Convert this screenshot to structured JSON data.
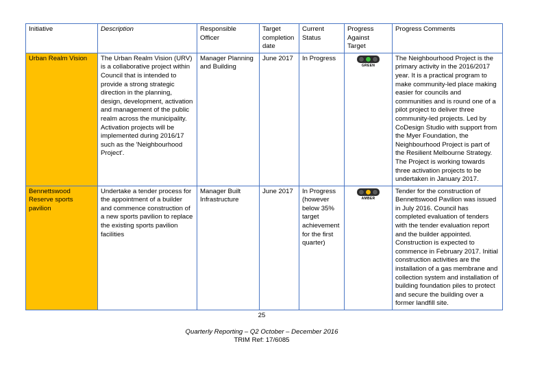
{
  "table": {
    "headers": [
      "Initiative",
      "Description",
      "Responsible Officer",
      "Target completion date",
      "Current Status",
      "Progress Against Target",
      "Progress Comments"
    ],
    "rows": [
      {
        "initiative": "Urban Realm Vision",
        "description": "The Urban Realm Vision (URV) is a collaborative project within Council that is intended to provide a strong strategic direction in the planning, design, development, activation and management of the public realm across the municipality. Activation projects will be implemented during 2016/17 such as the 'Neighbourhood Project'.",
        "officer": "Manager Planning and Building",
        "target_date": "June 2017",
        "status": "In Progress",
        "progress": {
          "label": "GREEN",
          "active": "green",
          "color": "#3cc23c",
          "icon": "traffic-light-green-icon"
        },
        "comments": "The Neighbourhood Project is the primary activity in the 2016/2017 year. It is a practical program to make community-led place making easier for councils and communities and is round one of a pilot project to deliver three community-led projects. Led by CoDesign Studio with support from the Myer Foundation, the Neighbourhood Project is part of the Resilient Melbourne Strategy. The Project is working towards three activation projects to be undertaken in January 2017."
      },
      {
        "initiative": "Bennettswood Reserve sports pavilion",
        "description": "Undertake a tender process for the appointment of a builder and commence construction of a new sports pavilion to replace the existing sports pavilion facilities",
        "officer": "Manager Built Infrastructure",
        "target_date": "June 2017",
        "status": "In Progress (however below 35% target achievement for the first quarter)",
        "progress": {
          "label": "AMBER",
          "active": "amber",
          "color": "#f5b800",
          "icon": "traffic-light-amber-icon"
        },
        "comments": "Tender for the construction of Bennettswood Pavilion was issued in July 2016. Council has completed evaluation of tenders with the tender evaluation report and the builder appointed. Construction is expected to commence in February 2017. Initial construction activities are the installation of a gas membrane and collection system and installation of building foundation piles to protect and secure the building over a former landfill site."
      }
    ]
  },
  "footer": {
    "page_number": "25",
    "report_title": "Quarterly Reporting – Q2 October – December 2016",
    "trim_ref": "TRIM Ref: 17/6085"
  }
}
